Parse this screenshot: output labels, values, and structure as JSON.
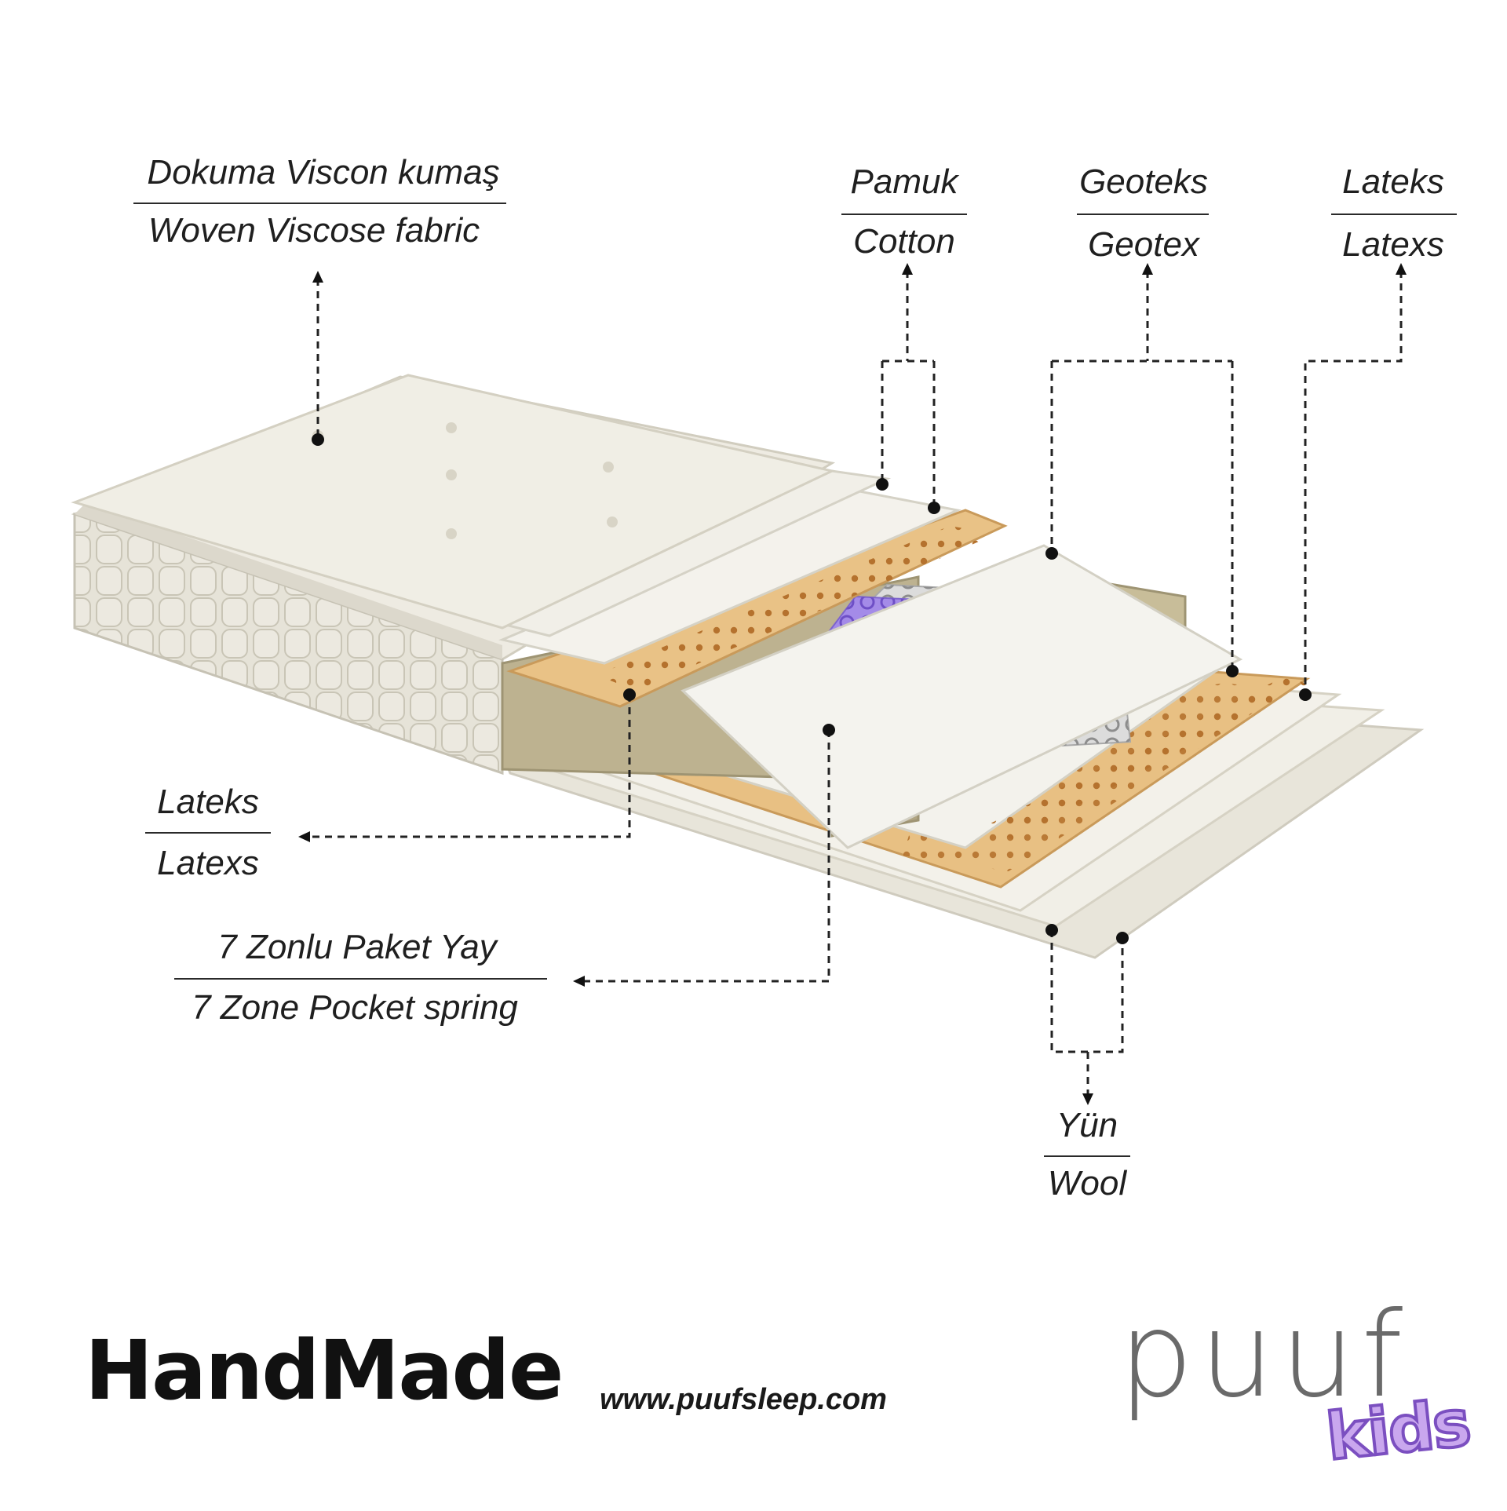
{
  "callouts": {
    "fabric": {
      "tr": "Dokuma Viscon kumaş",
      "en": "Woven Viscose fabric"
    },
    "cotton": {
      "tr": "Pamuk",
      "en": "Cotton"
    },
    "geotex": {
      "tr": "Geoteks",
      "en": "Geotex"
    },
    "latex_top": {
      "tr": "Lateks",
      "en": "Latexs"
    },
    "latex_left": {
      "tr": "Lateks",
      "en": "Latexs"
    },
    "spring": {
      "tr": "7 Zonlu Paket Yay",
      "en": "7 Zone Pocket spring"
    },
    "wool": {
      "tr": "Yün",
      "en": "Wool"
    }
  },
  "footer": {
    "handmade": "HandMade",
    "website": "www.puufsleep.com",
    "brand": "puuf",
    "brand_sub": "kids"
  },
  "colors": {
    "fabric": "#ece9de",
    "latex": "#efc98f",
    "foam": "#bdb28f",
    "spring_purple": "#a48be8",
    "spring_grey": "#d9d9d9",
    "accent": "#7b4fc0"
  }
}
